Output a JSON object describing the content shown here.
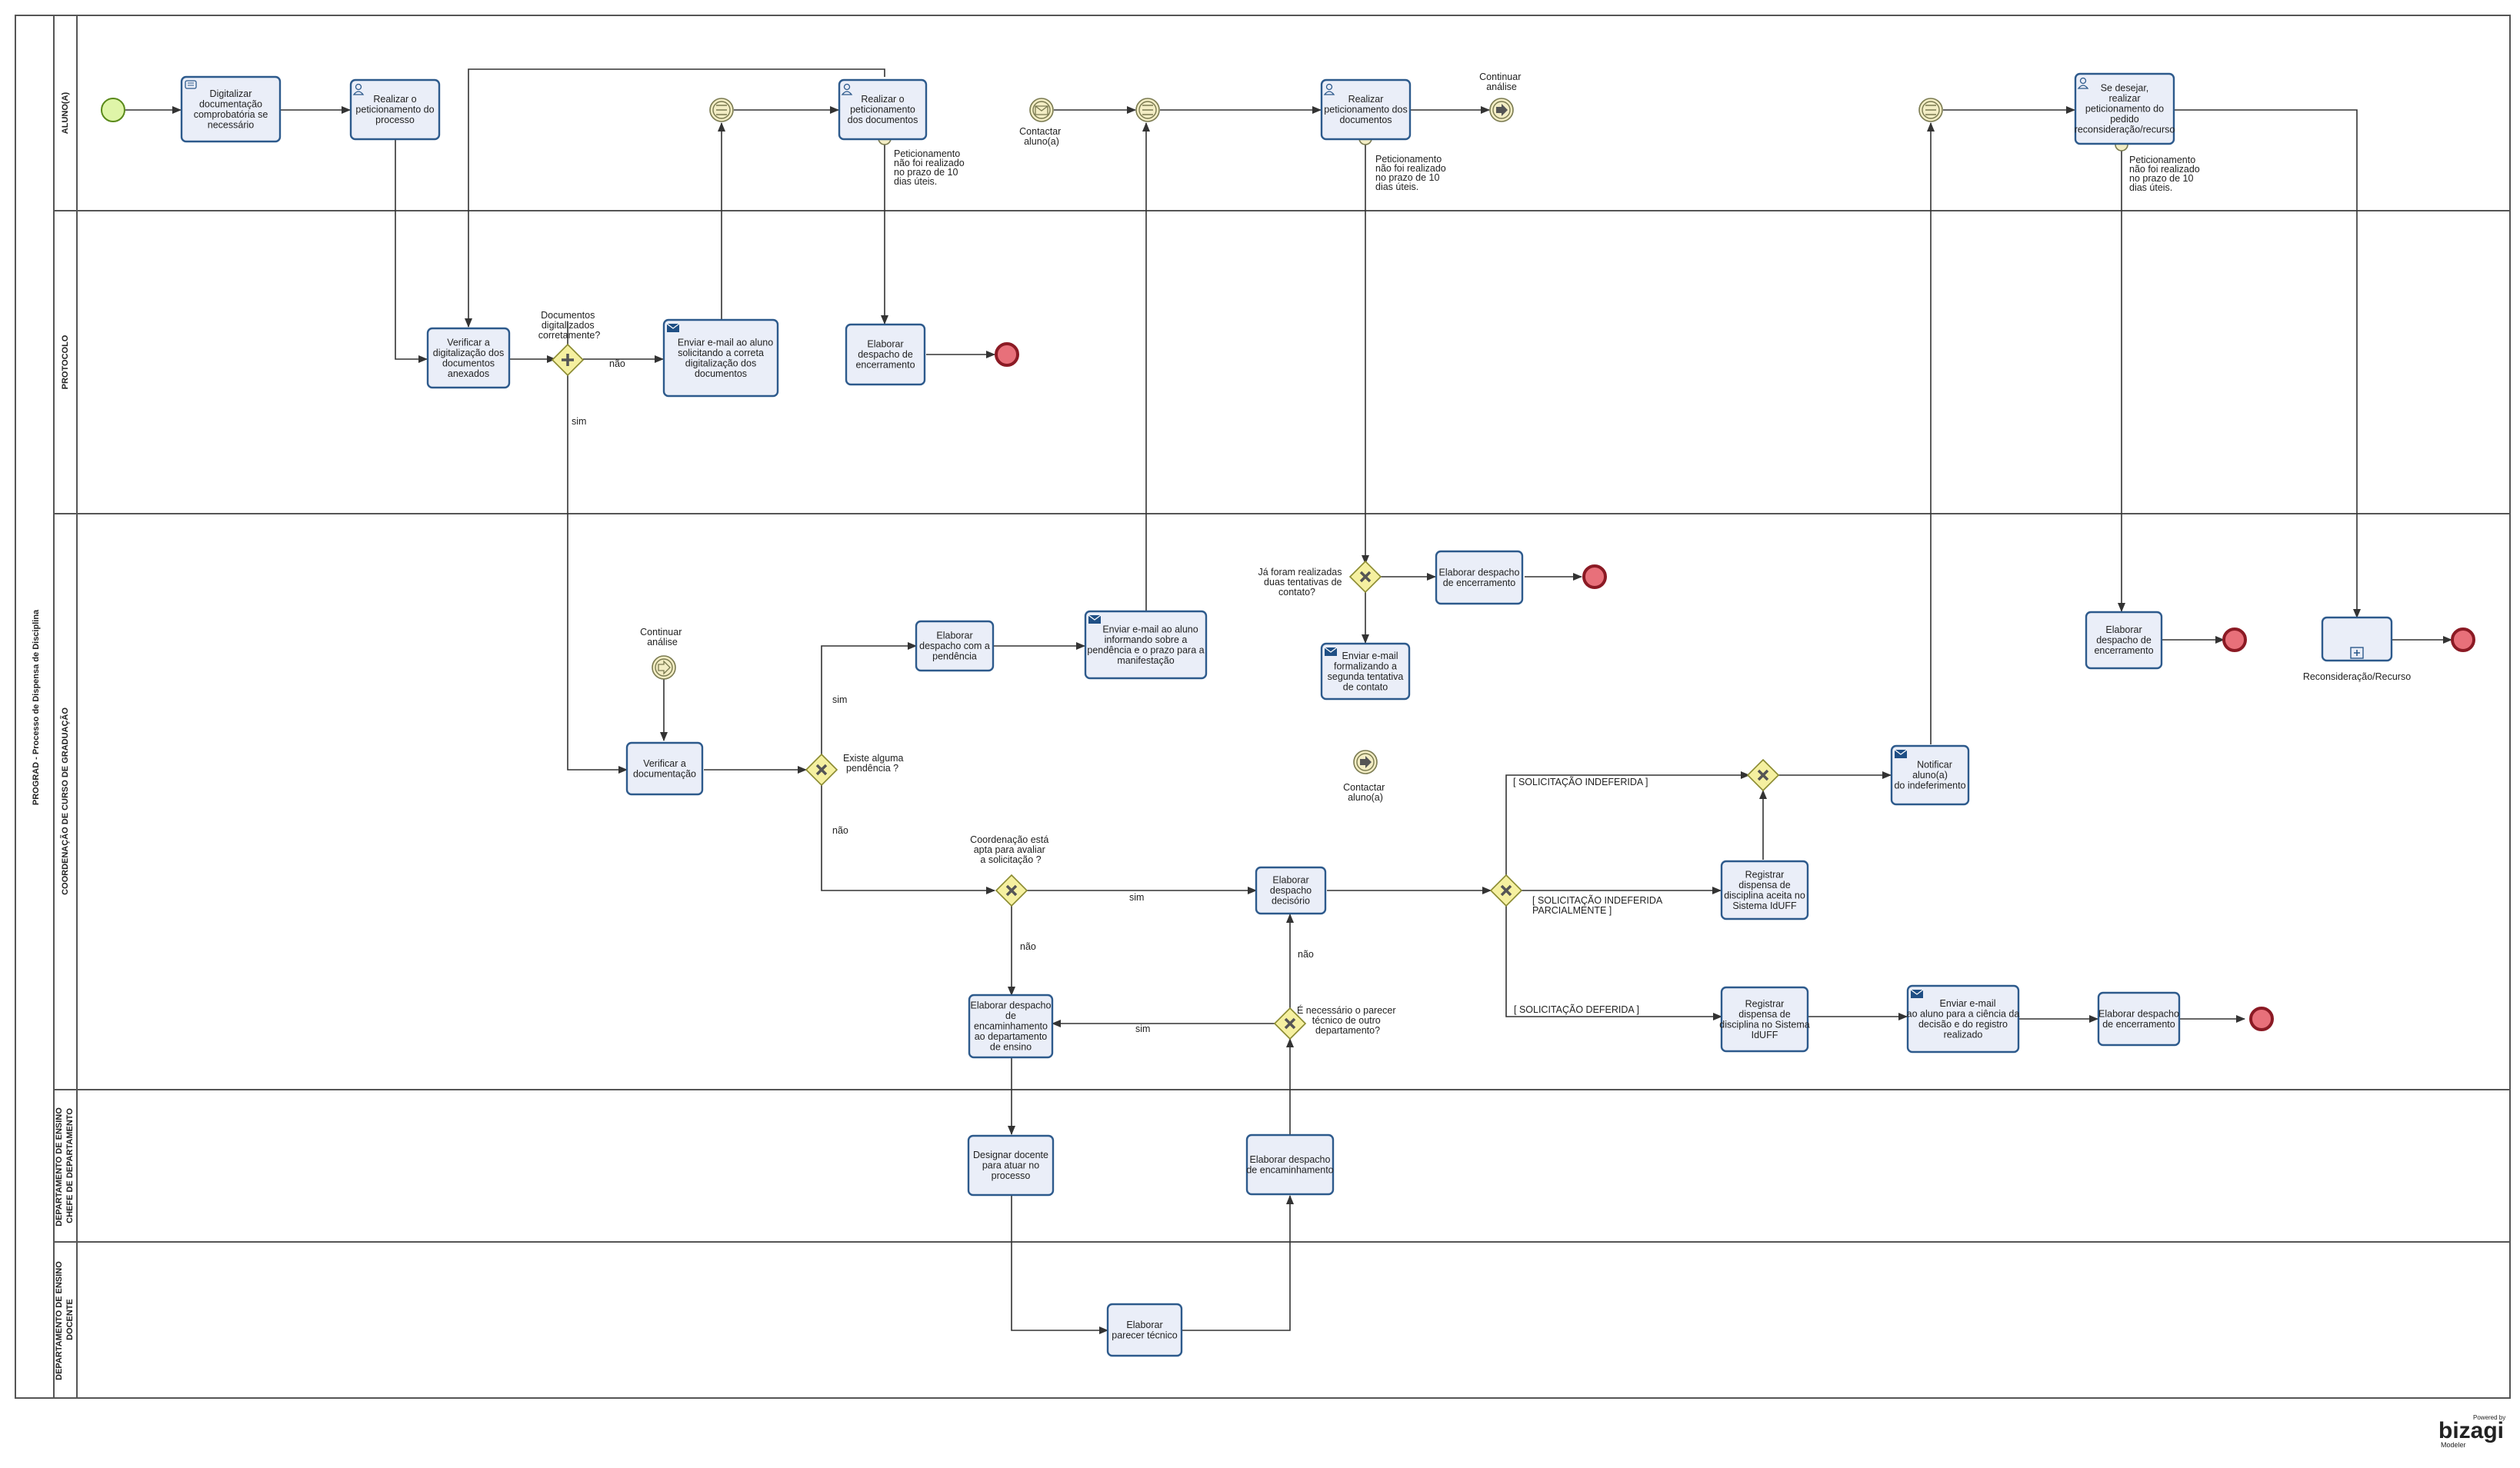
{
  "pool": {
    "title": "PROGRAD - Processo de Dispensa de Disciplina"
  },
  "lanes": [
    {
      "id": "aluno",
      "label": "ALUNO(A)"
    },
    {
      "id": "protocolo",
      "label": "PROTOCOLO"
    },
    {
      "id": "coord",
      "label": "COORDENAÇÃO DE CURSO DE GRADUAÇÃO"
    },
    {
      "id": "chefe",
      "label": [
        "DEPARTAMENTO DE ENSINO",
        "CHEFE DE DEPARTAMENTO"
      ]
    },
    {
      "id": "docente",
      "label": [
        "DEPARTAMENTO DE ENSINO",
        "DOCENTE"
      ]
    }
  ],
  "tasks": [
    {
      "id": "t1",
      "lines": [
        "Digitalizar",
        "documentação",
        "comprobatória se",
        "necessário"
      ],
      "icon": "script"
    },
    {
      "id": "t2",
      "lines": [
        "Realizar o",
        "peticionamento do",
        "processo"
      ],
      "icon": "user"
    },
    {
      "id": "t3",
      "lines": [
        "Realizar o",
        "peticionamento",
        "dos documentos"
      ],
      "icon": "user"
    },
    {
      "id": "t4",
      "lines": [
        "Realizar",
        "peticionamento dos",
        "documentos"
      ],
      "icon": "user"
    },
    {
      "id": "t5",
      "lines": [
        "Se desejar,",
        "realizar",
        "peticionamento do",
        "pedido",
        "reconsideração/recurso"
      ],
      "icon": "user"
    },
    {
      "id": "t6",
      "lines": [
        "Verificar a",
        "digitalização dos",
        "documentos",
        "anexados"
      ],
      "icon": ""
    },
    {
      "id": "t7",
      "lines": [
        "Enviar e-mail ao aluno",
        "solicitando a correta",
        "digitalização dos",
        "documentos"
      ],
      "icon": "mail"
    },
    {
      "id": "t8",
      "lines": [
        "Elaborar",
        "despacho de",
        "encerramento"
      ],
      "icon": ""
    },
    {
      "id": "t9",
      "lines": [
        "Elaborar despacho",
        "de encerramento"
      ],
      "icon": ""
    },
    {
      "id": "t10",
      "lines": [
        "Enviar e-mail",
        "formalizando a",
        "segunda tentativa",
        "de contato"
      ],
      "icon": "mail"
    },
    {
      "id": "t11",
      "lines": [
        "Elaborar",
        "despacho com a",
        "pendência"
      ],
      "icon": ""
    },
    {
      "id": "t12",
      "lines": [
        "Enviar e-mail ao aluno",
        "informando sobre a",
        "pendência e o prazo para a",
        "manifestação"
      ],
      "icon": "mail"
    },
    {
      "id": "t13",
      "lines": [
        "Verificar a",
        "documentação"
      ],
      "icon": ""
    },
    {
      "id": "t14",
      "lines": [
        "Elaborar",
        "despacho",
        "decisório"
      ],
      "icon": ""
    },
    {
      "id": "t15",
      "lines": [
        "Elaborar despacho",
        "de",
        "encaminhamento",
        "ao departamento",
        "de ensino"
      ],
      "icon": ""
    },
    {
      "id": "t16",
      "lines": [
        "Registrar",
        "dispensa de",
        "disciplina aceita no",
        "Sistema IdUFF"
      ],
      "icon": ""
    },
    {
      "id": "t17",
      "lines": [
        "Notificar",
        "aluno(a)",
        "do indeferimento"
      ],
      "icon": "mail"
    },
    {
      "id": "t18",
      "lines": [
        "Registrar",
        "dispensa de",
        "disciplina no Sistema",
        "IdUFF"
      ],
      "icon": ""
    },
    {
      "id": "t19",
      "lines": [
        "Enviar e-mail",
        "ao aluno para a ciência da",
        "decisão e do registro",
        "realizado"
      ],
      "icon": "mail"
    },
    {
      "id": "t20",
      "lines": [
        "Elaborar despacho",
        "de encerramento"
      ],
      "icon": ""
    },
    {
      "id": "t21",
      "lines": [
        "Elaborar",
        "despacho de",
        "encerramento"
      ],
      "icon": ""
    },
    {
      "id": "t22",
      "lines": [],
      "icon": "subprocess"
    },
    {
      "id": "t23",
      "lines": [
        "Designar docente",
        "para atuar no",
        "processo"
      ],
      "icon": ""
    },
    {
      "id": "t24",
      "lines": [
        "Elaborar despacho",
        "de encaminhamento"
      ],
      "icon": ""
    },
    {
      "id": "t25",
      "lines": [
        "Elaborar",
        "parecer técnico"
      ],
      "icon": ""
    }
  ],
  "labels": {
    "gw_docs": [
      "Documentos",
      "digitalizados",
      "corretamente?"
    ],
    "nao_1": "não",
    "sim_1": "sim",
    "timeout_1": [
      "Peticionamento",
      "não foi realizado",
      "no prazo de 10",
      "dias úteis."
    ],
    "timeout_2": [
      "Peticionamento",
      "não foi realizado",
      "no prazo de 10",
      "dias úteis."
    ],
    "timeout_3": [
      "Peticionamento",
      "não foi realizado",
      "no prazo de 10",
      "dias úteis."
    ],
    "contactar_1": [
      "Contactar",
      "aluno(a)"
    ],
    "continuar_1": [
      "Continuar",
      "análise"
    ],
    "gw_tentativas": [
      "Já foram realizadas",
      "duas tentativas de",
      "contato?"
    ],
    "contactar_2": [
      "Contactar",
      "aluno(a)"
    ],
    "continuar_2": [
      "Continuar",
      "análise"
    ],
    "gw_pendencia": [
      "Existe alguma",
      "pendência ?"
    ],
    "sim_2": "sim",
    "nao_2": "não",
    "gw_apta": [
      "Coordenação está",
      "apta para avaliar",
      "a solicitação ?"
    ],
    "sim_3": "sim",
    "nao_3": "não",
    "gw_parecer": [
      "É necessário o parecer",
      "técnico de outro",
      "departamento?"
    ],
    "sim_4": "sim",
    "nao_4": "não",
    "indeferida": "[ SOLICITAÇÃO INDEFERIDA ]",
    "parcial": [
      "[ SOLICITAÇÃO INDEFERIDA",
      "PARCIALMENTE ]"
    ],
    "deferida": "[ SOLICITAÇÃO DEFERIDA ]",
    "reconsideracao": "Reconsideração/Recurso"
  },
  "branding": {
    "powered": "Powered by",
    "name": "bizagi",
    "product": "Modeler"
  },
  "colors": {
    "task_fill": "#eaeef8",
    "task_stroke": "#2d5a8c",
    "gateway_fill": "#f5f0a0",
    "end_event": "#e8707a",
    "start_event": "#dff5a8"
  }
}
